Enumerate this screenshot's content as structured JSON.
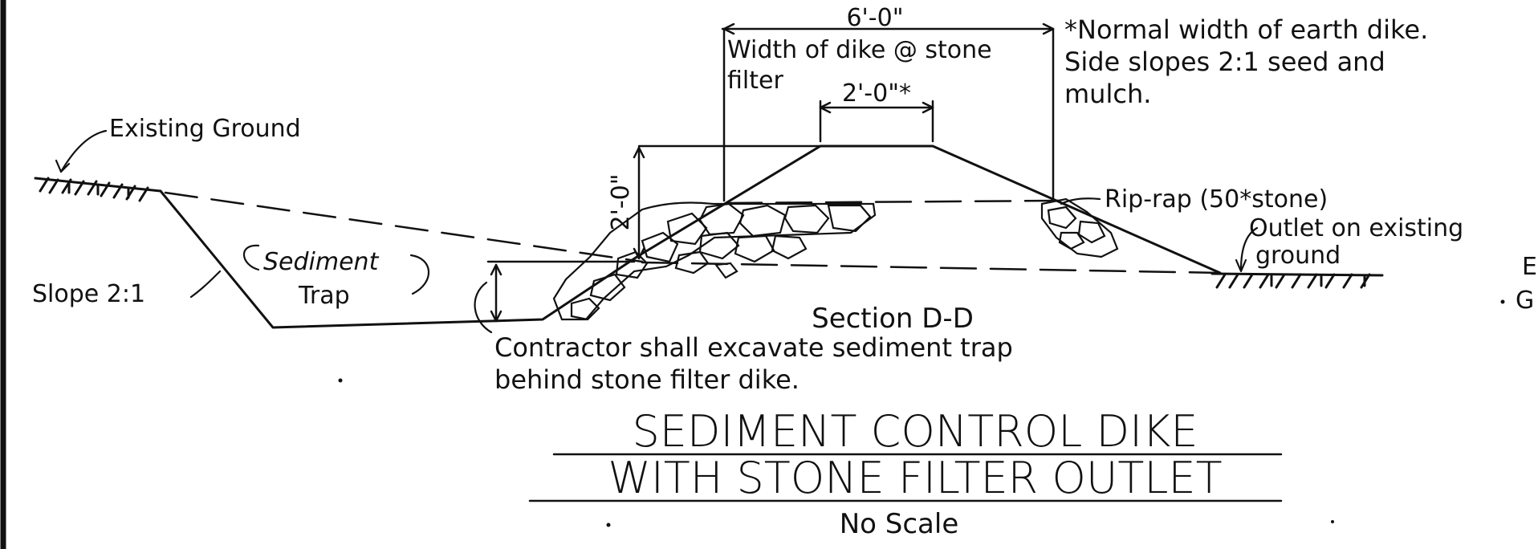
{
  "labels": {
    "width_overall": "6'-0\"",
    "width_dike_line1": "Width of dike @ stone",
    "width_dike_line2": "filter",
    "width_top": "2'-0\"*",
    "height": "2'-0\"",
    "note_line1": "*Normal width of earth dike.",
    "note_line2": "Side slopes 2:1 seed and",
    "note_line3": "mulch.",
    "existing_ground": "Existing Ground",
    "sediment": "Sediment",
    "trap": "Trap",
    "slope": "Slope 2:1",
    "riprap": "Rip-rap (50*stone)",
    "outlet_line1": "Outlet on existing",
    "outlet_line2": "ground",
    "section": "Section D-D",
    "contractor_line1": "Contractor shall excavate sediment trap",
    "contractor_line2": "behind stone filter dike.",
    "title_line1": "SEDIMENT CONTROL DIKE",
    "title_line2": "WITH STONE FILTER OUTLET",
    "scale": "No Scale",
    "edge_fragment_1": "E",
    "edge_fragment_2": "G"
  },
  "colors": {
    "ink": "#111111",
    "paper": "#ffffff"
  }
}
